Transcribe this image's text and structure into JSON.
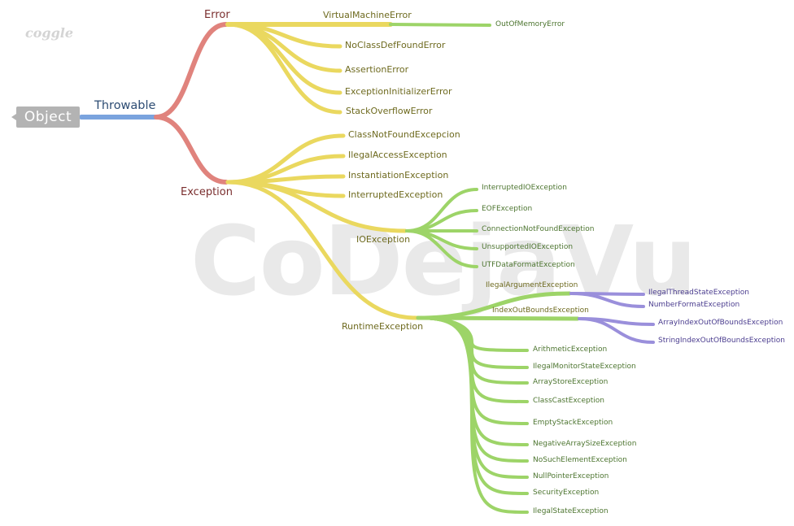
{
  "branding": {
    "app_logo": "coggle",
    "watermark": "CoDejaVu"
  },
  "colors": {
    "root_box": "#b3b3b3",
    "throwable": "#7aa3de",
    "error_exception": "#e0837d",
    "yellow": "#ead85f",
    "green": "#9dd468",
    "purple": "#9a8fdb",
    "label_dark_blue": "#2d4c73",
    "label_dark_red": "#7a2e2e",
    "label_olive": "#6e6a1f",
    "label_green": "#4d7530",
    "label_purple": "#4b3d8f"
  },
  "root": {
    "label": "Object"
  },
  "throwable": {
    "label": "Throwable"
  },
  "error": {
    "label": "Error",
    "children": [
      "VirtualMachineError",
      "NoClassDefFoundError",
      "AssertionError",
      "ExceptionInitializerError",
      "StackOverflowError"
    ],
    "vm_children": [
      "OutOfMemoryError"
    ]
  },
  "exception": {
    "label": "Exception",
    "children": [
      "ClassNotFoundExcepcion",
      "IlegalAccessException",
      "InstantiationException",
      "InterruptedException"
    ],
    "io": {
      "label": "IOException",
      "children": [
        "InterruptedIOException",
        "EOFException",
        "ConnectionNotFoundException",
        "UnsupportedIOException",
        "UTFDataFormatException"
      ]
    },
    "runtime": {
      "label": "RuntimeException",
      "illegal_argument": {
        "label": "IlegalArgumentException",
        "children": [
          "IlegalThreadStateException",
          "NumberFormatException"
        ]
      },
      "index_out_bounds": {
        "label": "IndexOutBoundsException",
        "children": [
          "ArrayIndexOutOfBoundsException",
          "StringIndexOutOfBoundsException"
        ]
      },
      "children": [
        "ArithmeticException",
        "IlegalMonitorStateException",
        "ArrayStoreException",
        "ClassCastException",
        "EmptyStackException",
        "NegativeArraySizeException",
        "NoSuchElementException",
        "NullPointerException",
        "SecurityException",
        "IlegalStateException"
      ]
    }
  }
}
